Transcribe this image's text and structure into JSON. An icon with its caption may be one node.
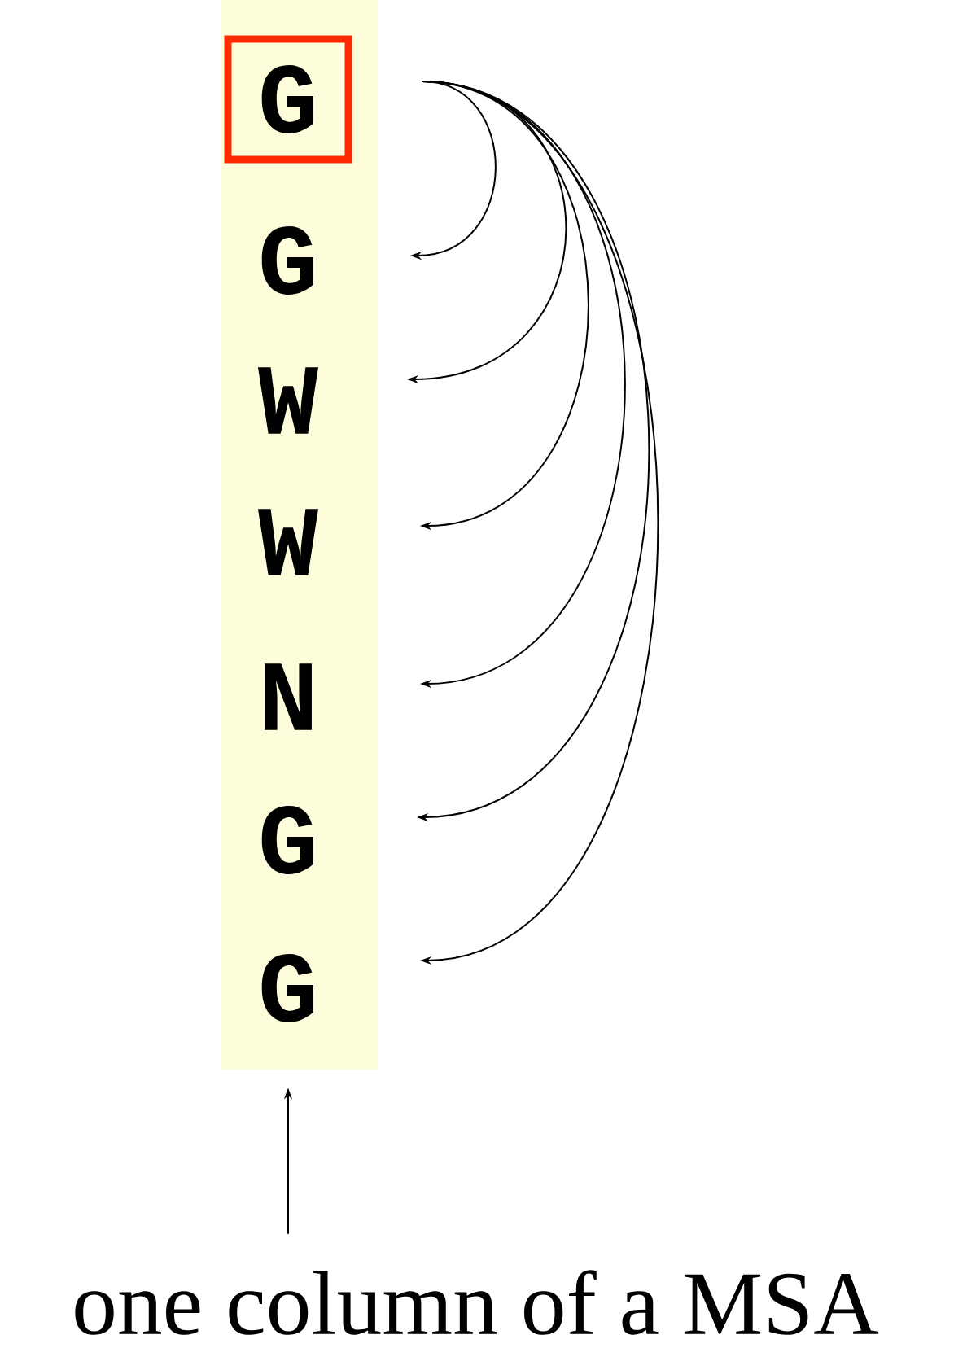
{
  "diagram": {
    "nodes": [
      {
        "text": [],
        "shape": "bar"
      },
      {
        "text": [
          "G"
        ],
        "in": 0
      },
      {
        "text": [
          "G"
        ],
        "in": 0
      },
      {
        "text": [
          "W"
        ],
        "in": 0
      },
      {
        "text": [
          "W"
        ],
        "in": 0
      },
      {
        "text": [
          "N"
        ],
        "in": 0
      },
      {
        "text": [
          "G"
        ],
        "in": 0
      },
      {
        "text": [
          "G"
        ],
        "in": 0
      },
      {
        "text": [
          "one column of a MSA"
        ]
      }
    ],
    "edges": [
      {
        "from": 1,
        "to": 2,
        "arrow": "to"
      },
      {
        "from": 1,
        "to": 3,
        "arrow": "to"
      },
      {
        "from": 1,
        "to": 4,
        "arrow": "to"
      },
      {
        "from": 1,
        "to": 5,
        "arrow": "to"
      },
      {
        "from": 1,
        "to": 6,
        "arrow": "to"
      },
      {
        "from": 1,
        "to": 7,
        "arrow": "to"
      },
      {
        "from": 8,
        "to": 0,
        "arrow": "to"
      }
    ]
  }
}
